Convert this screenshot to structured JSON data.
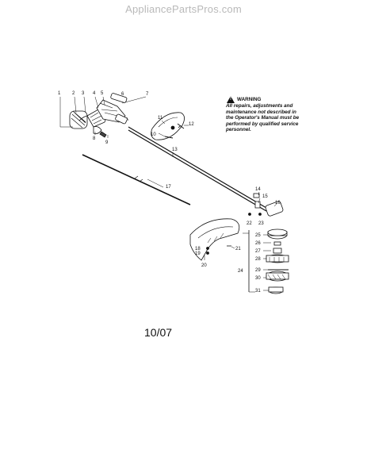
{
  "watermark": "AppliancePartsPros.com",
  "warning": {
    "title": "WARNING",
    "text": "All repairs, adjustments and maintenance not described in the Operator's Manual must be performed by qualified service personnel."
  },
  "date_code": "10/07",
  "callouts": [
    {
      "id": "1",
      "label": "1"
    },
    {
      "id": "2",
      "label": "2"
    },
    {
      "id": "3",
      "label": "3"
    },
    {
      "id": "4",
      "label": "4"
    },
    {
      "id": "5",
      "label": "5"
    },
    {
      "id": "6",
      "label": "6"
    },
    {
      "id": "7",
      "label": "7"
    },
    {
      "id": "8",
      "label": "8"
    },
    {
      "id": "9",
      "label": "9"
    },
    {
      "id": "10",
      "label": "10"
    },
    {
      "id": "11",
      "label": "11"
    },
    {
      "id": "12",
      "label": "12"
    },
    {
      "id": "13",
      "label": "13"
    },
    {
      "id": "14",
      "label": "14"
    },
    {
      "id": "15",
      "label": "15"
    },
    {
      "id": "16",
      "label": "16"
    },
    {
      "id": "17",
      "label": "17"
    },
    {
      "id": "18",
      "label": "18"
    },
    {
      "id": "19",
      "label": "19"
    },
    {
      "id": "20",
      "label": "20"
    },
    {
      "id": "21",
      "label": "21"
    },
    {
      "id": "22",
      "label": "22"
    },
    {
      "id": "23",
      "label": "23"
    },
    {
      "id": "24",
      "label": "24"
    },
    {
      "id": "25",
      "label": "25"
    },
    {
      "id": "26",
      "label": "26"
    },
    {
      "id": "27",
      "label": "27"
    },
    {
      "id": "28",
      "label": "28"
    },
    {
      "id": "29",
      "label": "29"
    },
    {
      "id": "30",
      "label": "30"
    },
    {
      "id": "31",
      "label": "31"
    }
  ]
}
